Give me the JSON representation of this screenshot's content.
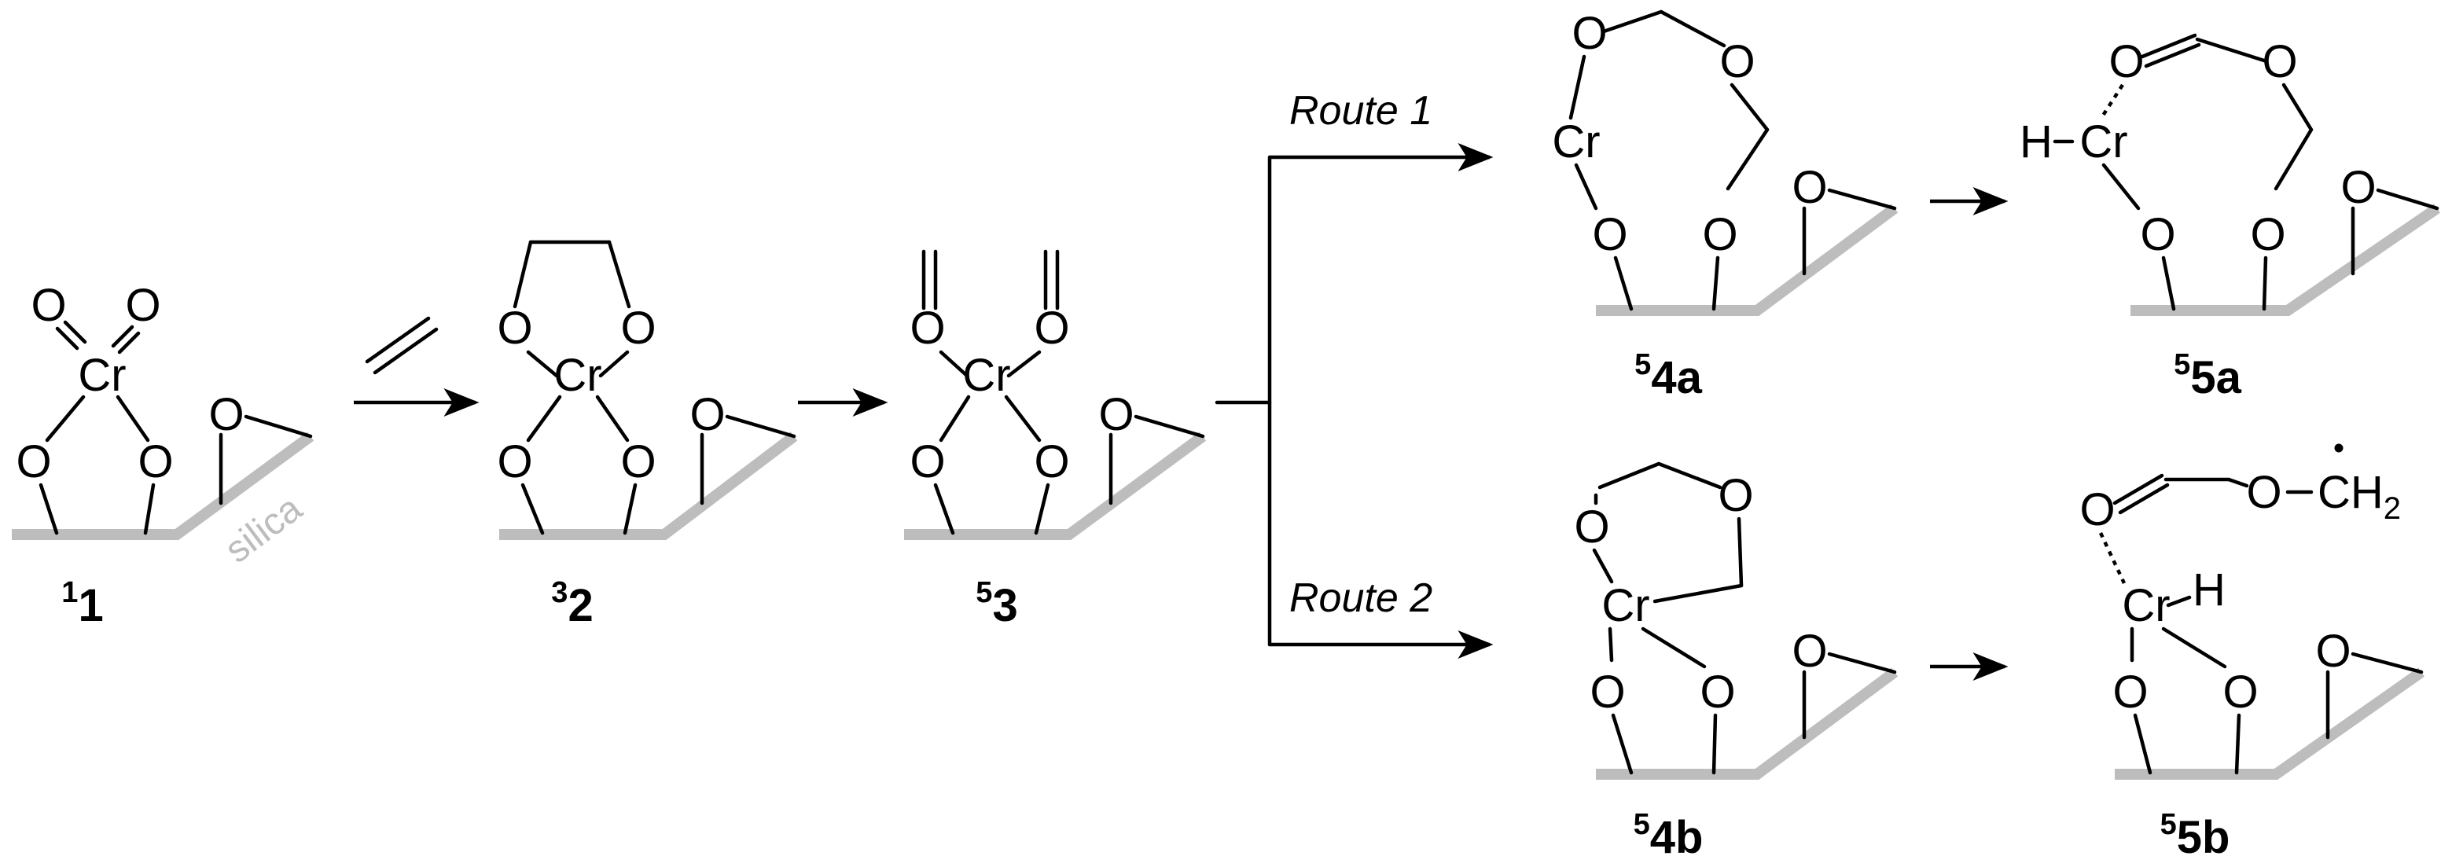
{
  "atoms": {
    "oxygen": "O",
    "chromium": "Cr",
    "hydrogen": "H",
    "ch2_main": "CH",
    "ch2_sub": "2"
  },
  "support_label": "silica",
  "routes": {
    "route1": "Route 1",
    "route2": "Route 2"
  },
  "compounds": {
    "c1": {
      "spin": "1",
      "name": "1"
    },
    "c2": {
      "spin": "3",
      "name": "2"
    },
    "c3": {
      "spin": "5",
      "name": "3"
    },
    "c4a": {
      "spin": "5",
      "name": "4a"
    },
    "c5a": {
      "spin": "5",
      "name": "5a"
    },
    "c4b": {
      "spin": "5",
      "name": "4b"
    },
    "c5b": {
      "spin": "5",
      "name": "5b"
    }
  },
  "colors": {
    "bond": "#000000",
    "support": "#bdbdbd"
  }
}
